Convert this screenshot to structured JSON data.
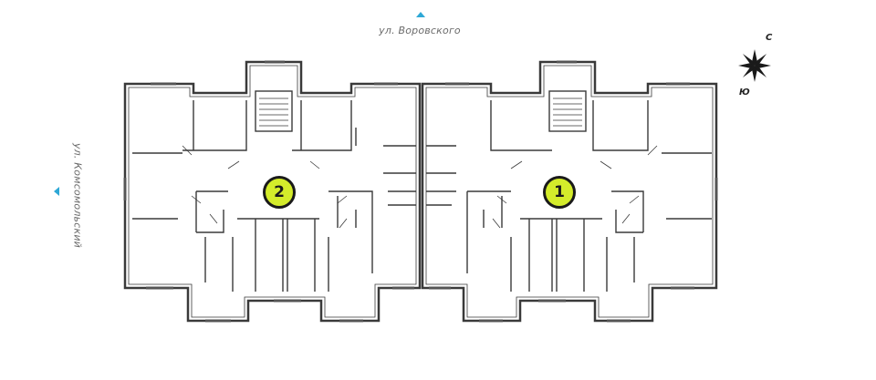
{
  "streets": {
    "top": "ул. Воровского",
    "left": "ул. Комсомольский"
  },
  "compass": {
    "north": "С",
    "south": "Ю"
  },
  "sections": [
    {
      "label": "2"
    },
    {
      "label": "1"
    }
  ],
  "colors": {
    "accent": "#d4ec2b",
    "arrow": "#2ea8d6",
    "wall": "#3a3a3a"
  }
}
